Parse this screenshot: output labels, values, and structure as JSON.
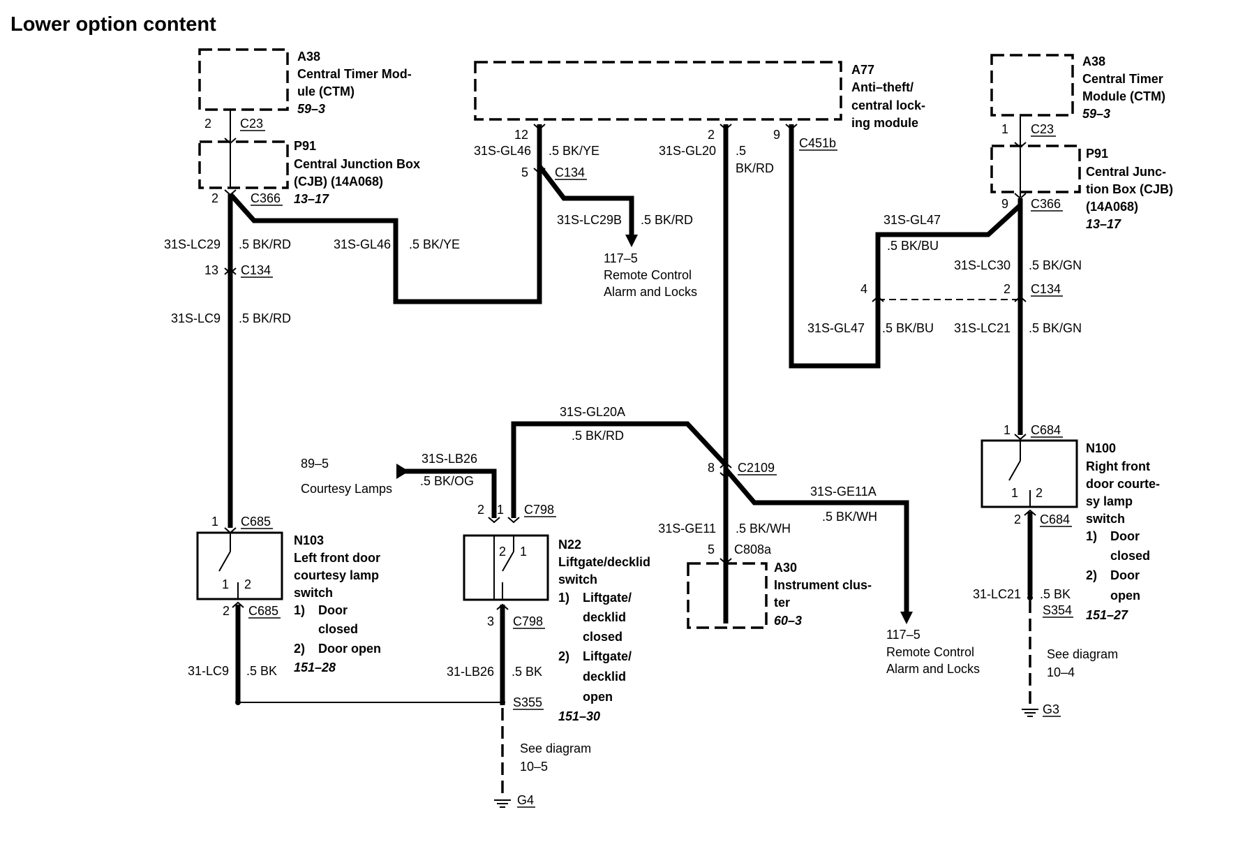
{
  "title": "Lower option content",
  "components": {
    "a38_left": {
      "id": "A38",
      "line1": "Central Timer Mod-",
      "line2": "ule (CTM)",
      "ref": "59–3"
    },
    "p91_left": {
      "id": "P91",
      "line1": "Central Junction Box",
      "line2": "(CJB) (14A068)",
      "ref": "13–17"
    },
    "a77": {
      "id": "A77",
      "line1": "Anti–theft/",
      "line2": "central lock-",
      "line3": "ing module"
    },
    "a38_right": {
      "id": "A38",
      "line1": "Central Timer",
      "line2": "Module (CTM)",
      "ref": "59–3"
    },
    "p91_right": {
      "id": "P91",
      "line1": "Central Junc-",
      "line2": "tion Box (CJB)",
      "line3": "(14A068)",
      "ref": "13–17"
    },
    "n103": {
      "id": "N103",
      "line1": "Left front door",
      "line2": "courtesy lamp",
      "line3": "switch",
      "s1n": "1)",
      "s1a": "Door",
      "s1b": "closed",
      "s2n": "2)",
      "s2a": "Door open",
      "ref": "151–28"
    },
    "n22": {
      "id": "N22",
      "line1": "Liftgate/decklid",
      "line2": "switch",
      "s1n": "1)",
      "s1a": "Liftgate/",
      "s1b": "decklid",
      "s1c": "closed",
      "s2n": "2)",
      "s2a": "Liftgate/",
      "s2b": "decklid",
      "s2c": "open",
      "ref": "151–30"
    },
    "a30": {
      "id": "A30",
      "line1": "Instrument clus-",
      "line2": "ter",
      "ref": "60–3"
    },
    "n100": {
      "id": "N100",
      "line1": "Right front",
      "line2": "door courte-",
      "line3": "sy lamp",
      "line4": "switch",
      "s1n": "1)",
      "s1a": "Door",
      "s1b": "closed",
      "s2n": "2)",
      "s2a": "Door",
      "s2b": "open",
      "ref": "151–27"
    }
  },
  "connectors": {
    "c23_l": "C23",
    "pin_c23_l": "2",
    "c366_l": "C366",
    "pin_c366_l": "2",
    "c134_l": "C134",
    "pin_c134_l": "13",
    "c685_top": "C685",
    "pin_c685_top": "1",
    "c685_bot": "C685",
    "pin_c685_bot": "2",
    "pin_a77_12": "12",
    "c134_m": "C134",
    "pin_c134_m": "5",
    "pin_a77_2": "2",
    "pin_a77_9": "9",
    "c451b": "C451b",
    "c23_r": "C23",
    "pin_c23_r": "1",
    "c366_r": "C366",
    "pin_c366_r": "9",
    "c134_r": "C134",
    "pin_c134_r4": "4",
    "pin_c134_r2": "2",
    "c684_top": "C684",
    "pin_c684_top": "1",
    "c684_bot": "C684",
    "pin_c684_bot": "2",
    "c2109": "C2109",
    "pin_c2109": "8",
    "c798_top": "C798",
    "pin_c798_2": "2",
    "pin_c798_1": "1",
    "c798_bot": "C798",
    "pin_c798_3": "3",
    "c808a": "C808a",
    "pin_c808a": "5",
    "s355": "S355",
    "s354": "S354",
    "g4": "G4",
    "g3": "G3"
  },
  "switch_pins": {
    "n103_1": "1",
    "n103_2": "2",
    "n22_2": "2",
    "n22_1": "1",
    "n100_1": "1",
    "n100_2": "2"
  },
  "wires": {
    "lc29": "31S-LC29",
    "lc29_spec": ".5 BK/RD",
    "gl46_l": "31S-GL46",
    "gl46_l_spec": ".5 BK/YE",
    "lc9": "31S-LC9",
    "lc9_spec": ".5 BK/RD",
    "gl46_top": "31S-GL46",
    "gl46_top_spec": ".5 BK/YE",
    "lc29b": "31S-LC29B",
    "lc29b_spec": ".5 BK/RD",
    "gl20": "31S-GL20",
    "gl20_spec1": ".5",
    "gl20_spec2": "BK/RD",
    "gl47_top": "31S-GL47",
    "gl47_top_spec": ".5 BK/BU",
    "lc30": "31S-LC30",
    "lc30_spec": ".5 BK/GN",
    "gl47_low": "31S-GL47",
    "gl47_low_spec": ".5 BK/BU",
    "lc21_top": "31S-LC21",
    "lc21_top_spec": ".5 BK/GN",
    "gl20a": "31S-GL20A",
    "gl20a_spec": ".5 BK/RD",
    "lb26_top": "31S-LB26",
    "lb26_top_spec": ".5 BK/OG",
    "ge11a": "31S-GE11A",
    "ge11a_spec": ".5 BK/WH",
    "ge11": "31S-GE11",
    "ge11_spec": ".5 BK/WH",
    "lc9_gnd": "31-LC9",
    "lc9_gnd_spec": ".5 BK",
    "lb26_gnd": "31-LB26",
    "lb26_gnd_spec": ".5 BK",
    "lc21_gnd": "31-LC21",
    "lc21_gnd_spec": ".5 BK"
  },
  "references": {
    "remote1_ref": "117–5",
    "remote1_l1": "Remote Control",
    "remote1_l2": "Alarm and Locks",
    "courtesy_ref": "89–5",
    "courtesy_label": "Courtesy Lamps",
    "remote2_ref": "117–5",
    "remote2_l1": "Remote Control",
    "remote2_l2": "Alarm and Locks",
    "see_l_1": "See diagram",
    "see_l_2": "10–5",
    "see_r_1": "See diagram",
    "see_r_2": "10–4"
  }
}
